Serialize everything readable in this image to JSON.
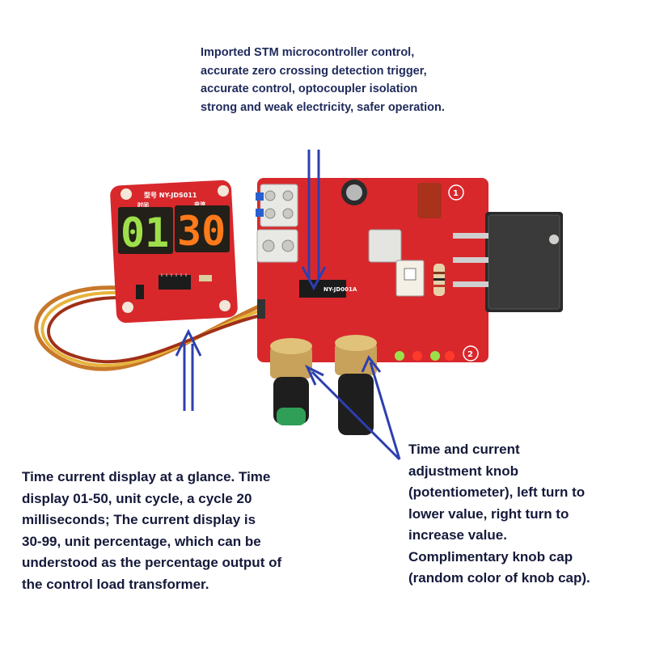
{
  "captions": {
    "top": "Imported STM microcontroller control,\naccurate zero crossing detection trigger,\naccurate control, optocoupler isolation\nstrong and weak electricity, safer operation.",
    "left": "Time current display at a glance. Time\ndisplay 01-50, unit cycle, a cycle 20\nmilliseconds; The current display is\n30-99, unit percentage, which can be\nunderstood as the percentage output of\nthe control load transformer.",
    "right": "Time and current\nadjustment knob\n(potentiometer), left turn to\nlower value, right turn to\nincrease value.\nComplimentary knob cap\n(random color of knob cap)."
  },
  "display_board": {
    "model_label": "型号 NY-JDS011",
    "time_label": "时间",
    "current_label": "电流",
    "time_value": "01",
    "current_value": "30"
  },
  "main_board": {
    "model_label": "NY-JD001A",
    "marker_1": "1",
    "marker_2": "2"
  },
  "colors": {
    "pcb_red": "#d8282c",
    "arrow_blue": "#2c3fb0",
    "time_digits": "#9ee04a",
    "current_digits": "#ff7a1a",
    "text": "#1f2a5c"
  }
}
